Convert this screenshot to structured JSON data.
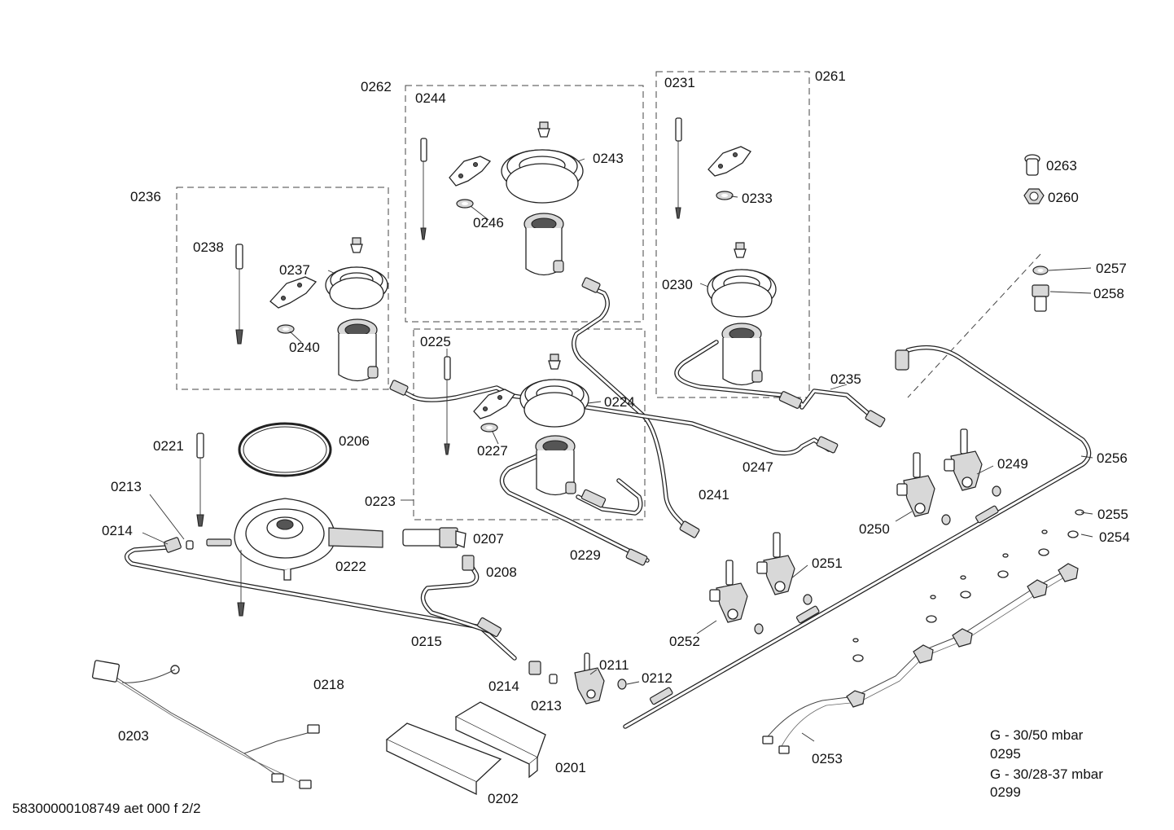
{
  "footer_code": "58300000108749 aet 000 f 2/2",
  "notes": {
    "line1_label": "G - 30/50 mbar",
    "line1_code": "0295",
    "line2_label": "G - 30/28-37 mbar",
    "line2_code": "0299"
  },
  "parts": [
    {
      "id": "p0262",
      "label": "0262"
    },
    {
      "id": "p0244",
      "label": "0244"
    },
    {
      "id": "p0243",
      "label": "0243"
    },
    {
      "id": "p0246",
      "label": "0246"
    },
    {
      "id": "p0231",
      "label": "0231"
    },
    {
      "id": "p0261",
      "label": "0261"
    },
    {
      "id": "p0233",
      "label": "0233"
    },
    {
      "id": "p0263",
      "label": "0263"
    },
    {
      "id": "p0260",
      "label": "0260"
    },
    {
      "id": "p0236",
      "label": "0236"
    },
    {
      "id": "p0238",
      "label": "0238"
    },
    {
      "id": "p0237",
      "label": "0237"
    },
    {
      "id": "p0240",
      "label": "0240"
    },
    {
      "id": "p0230",
      "label": "0230"
    },
    {
      "id": "p0257",
      "label": "0257"
    },
    {
      "id": "p0258",
      "label": "0258"
    },
    {
      "id": "p0225",
      "label": "0225"
    },
    {
      "id": "p0224",
      "label": "0224"
    },
    {
      "id": "p0235",
      "label": "0235"
    },
    {
      "id": "p0221",
      "label": "0221"
    },
    {
      "id": "p0206",
      "label": "0206"
    },
    {
      "id": "p0227",
      "label": "0227"
    },
    {
      "id": "p0247",
      "label": "0247"
    },
    {
      "id": "p0256",
      "label": "0256"
    },
    {
      "id": "p0249",
      "label": "0249"
    },
    {
      "id": "p0213a",
      "label": "0213"
    },
    {
      "id": "p0223",
      "label": "0223"
    },
    {
      "id": "p0241",
      "label": "0241"
    },
    {
      "id": "p0214a",
      "label": "0214"
    },
    {
      "id": "p0207",
      "label": "0207"
    },
    {
      "id": "p0250",
      "label": "0250"
    },
    {
      "id": "p0255",
      "label": "0255"
    },
    {
      "id": "p0254",
      "label": "0254"
    },
    {
      "id": "p0229",
      "label": "0229"
    },
    {
      "id": "p0251",
      "label": "0251"
    },
    {
      "id": "p0222",
      "label": "0222"
    },
    {
      "id": "p0208",
      "label": "0208"
    },
    {
      "id": "p0252",
      "label": "0252"
    },
    {
      "id": "p0215",
      "label": "0215"
    },
    {
      "id": "p0211",
      "label": "0211"
    },
    {
      "id": "p0212",
      "label": "0212"
    },
    {
      "id": "p0214b",
      "label": "0214"
    },
    {
      "id": "p0218",
      "label": "0218"
    },
    {
      "id": "p0213b",
      "label": "0213"
    },
    {
      "id": "p0203",
      "label": "0203"
    },
    {
      "id": "p0253",
      "label": "0253"
    },
    {
      "id": "p0201",
      "label": "0201"
    },
    {
      "id": "p0202",
      "label": "0202"
    }
  ]
}
